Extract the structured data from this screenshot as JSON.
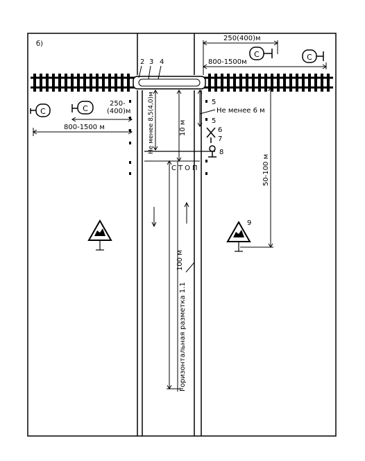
{
  "panel_letter": "б)",
  "callouts": {
    "c2": "2",
    "c3": "3",
    "c4": "4",
    "c5a": "5",
    "c5b": "5",
    "c6": "6",
    "c7": "7",
    "c8": "8",
    "c9": "9"
  },
  "dimensions": {
    "top_right_short": "250(400)м",
    "top_right_long": "800-1500м",
    "left_short_line1": "250-",
    "left_short_line2": "(400)м",
    "left_long": "800-1500 м",
    "not_less_than_6": "Не менее 6 м",
    "not_less_than_8_5": "Не менее 8,5(4,0)м",
    "ten_m": "10 м",
    "fifty_to_100": "50-100 м",
    "hundred_m": "100 м",
    "marking_label": "Горизонтальная разметка 1.1"
  },
  "stop_text": "СТОП",
  "icons": {
    "whistle_sign": "whistle-sign-icon",
    "railway_crossing_sign": "railway-crossing-warning-icon",
    "cross_sign": "saint-andrew-cross-icon",
    "stop_sign": "stop-sign-icon"
  },
  "colors": {
    "ink": "#000000",
    "paper": "#ffffff"
  }
}
